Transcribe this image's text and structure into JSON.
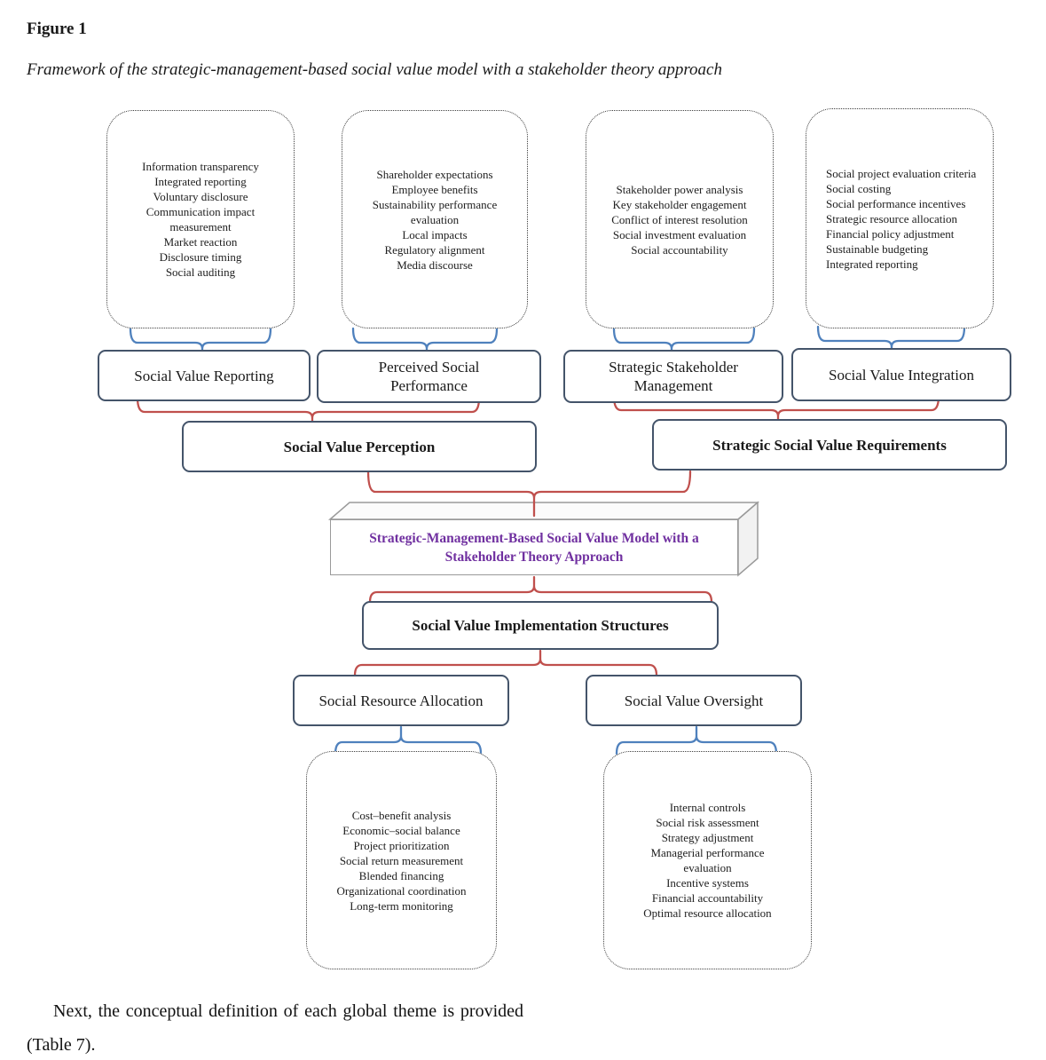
{
  "figure": {
    "label": "Figure 1",
    "caption": "Framework of the strategic-management-based social value model with a stakeholder theory approach"
  },
  "colors": {
    "brace_blue": "#4f81bd",
    "brace_red": "#c0504d",
    "solid_border": "#44546a",
    "model_text": "#7030a0",
    "model_border": "#9a9a9a"
  },
  "diagram": {
    "top_groups": [
      {
        "title": "Social Value Reporting",
        "items": [
          "Information transparency",
          "Integrated reporting",
          "Voluntary disclosure",
          "Communication impact measurement",
          "Market reaction",
          "Disclosure timing",
          "Social auditing"
        ]
      },
      {
        "title": "Perceived Social Performance",
        "items": [
          "Shareholder expectations",
          "Employee benefits",
          "Sustainability performance evaluation",
          "Local impacts",
          "Regulatory alignment",
          "Media discourse"
        ]
      },
      {
        "title": "Strategic Stakeholder Management",
        "items": [
          "Stakeholder power analysis",
          "Key stakeholder engagement",
          "Conflict of interest resolution",
          "Social investment evaluation",
          "Social accountability"
        ]
      },
      {
        "title": "Social Value Integration",
        "items": [
          "Social project evaluation criteria",
          "Social costing",
          "Social performance incentives",
          "Strategic resource allocation",
          "Financial policy adjustment",
          "Sustainable budgeting",
          "Integrated reporting"
        ]
      }
    ],
    "global_themes": [
      "Social Value Perception",
      "Strategic Social Value Requirements"
    ],
    "model_title": "Strategic-Management-Based Social Value Model with a Stakeholder Theory Approach",
    "implementation_title": "Social Value Implementation Structures",
    "bottom_groups": [
      {
        "title": "Social Resource Allocation",
        "items": [
          "Cost–benefit analysis",
          "Economic–social balance",
          "Project prioritization",
          "Social return measurement",
          "Blended financing",
          "Organizational coordination",
          "Long-term monitoring"
        ]
      },
      {
        "title": "Social Value Oversight",
        "items": [
          "Internal controls",
          "Social risk assessment",
          "Strategy adjustment",
          "Managerial performance evaluation",
          "Incentive systems",
          "Financial accountability",
          "Optimal resource allocation"
        ]
      }
    ]
  },
  "body_text": "Next, the conceptual definition of each global theme is provided (Table 7)."
}
